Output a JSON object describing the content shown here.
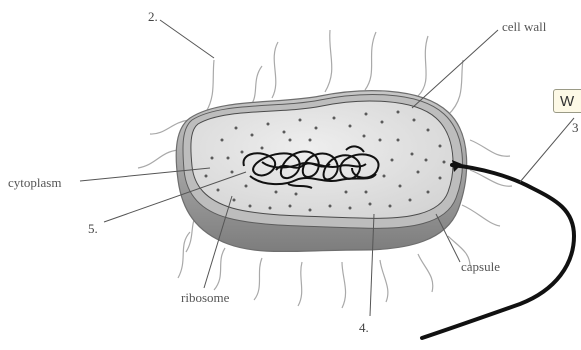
{
  "labels": {
    "cell_wall": "cell wall",
    "cytoplasm": "cytoplasm",
    "ribosome": "ribosome",
    "capsule": "capsule"
  },
  "numbers": {
    "n2": "2.",
    "n3": "3",
    "n4": "4.",
    "n5": "5."
  },
  "tooltip": {
    "text": "W"
  },
  "colors": {
    "label_text": "#555555",
    "cell_fill": "#d9d9d9",
    "capsule_fill": "#9e9e9e",
    "dots": "#555555",
    "flagellum": "#111111"
  }
}
